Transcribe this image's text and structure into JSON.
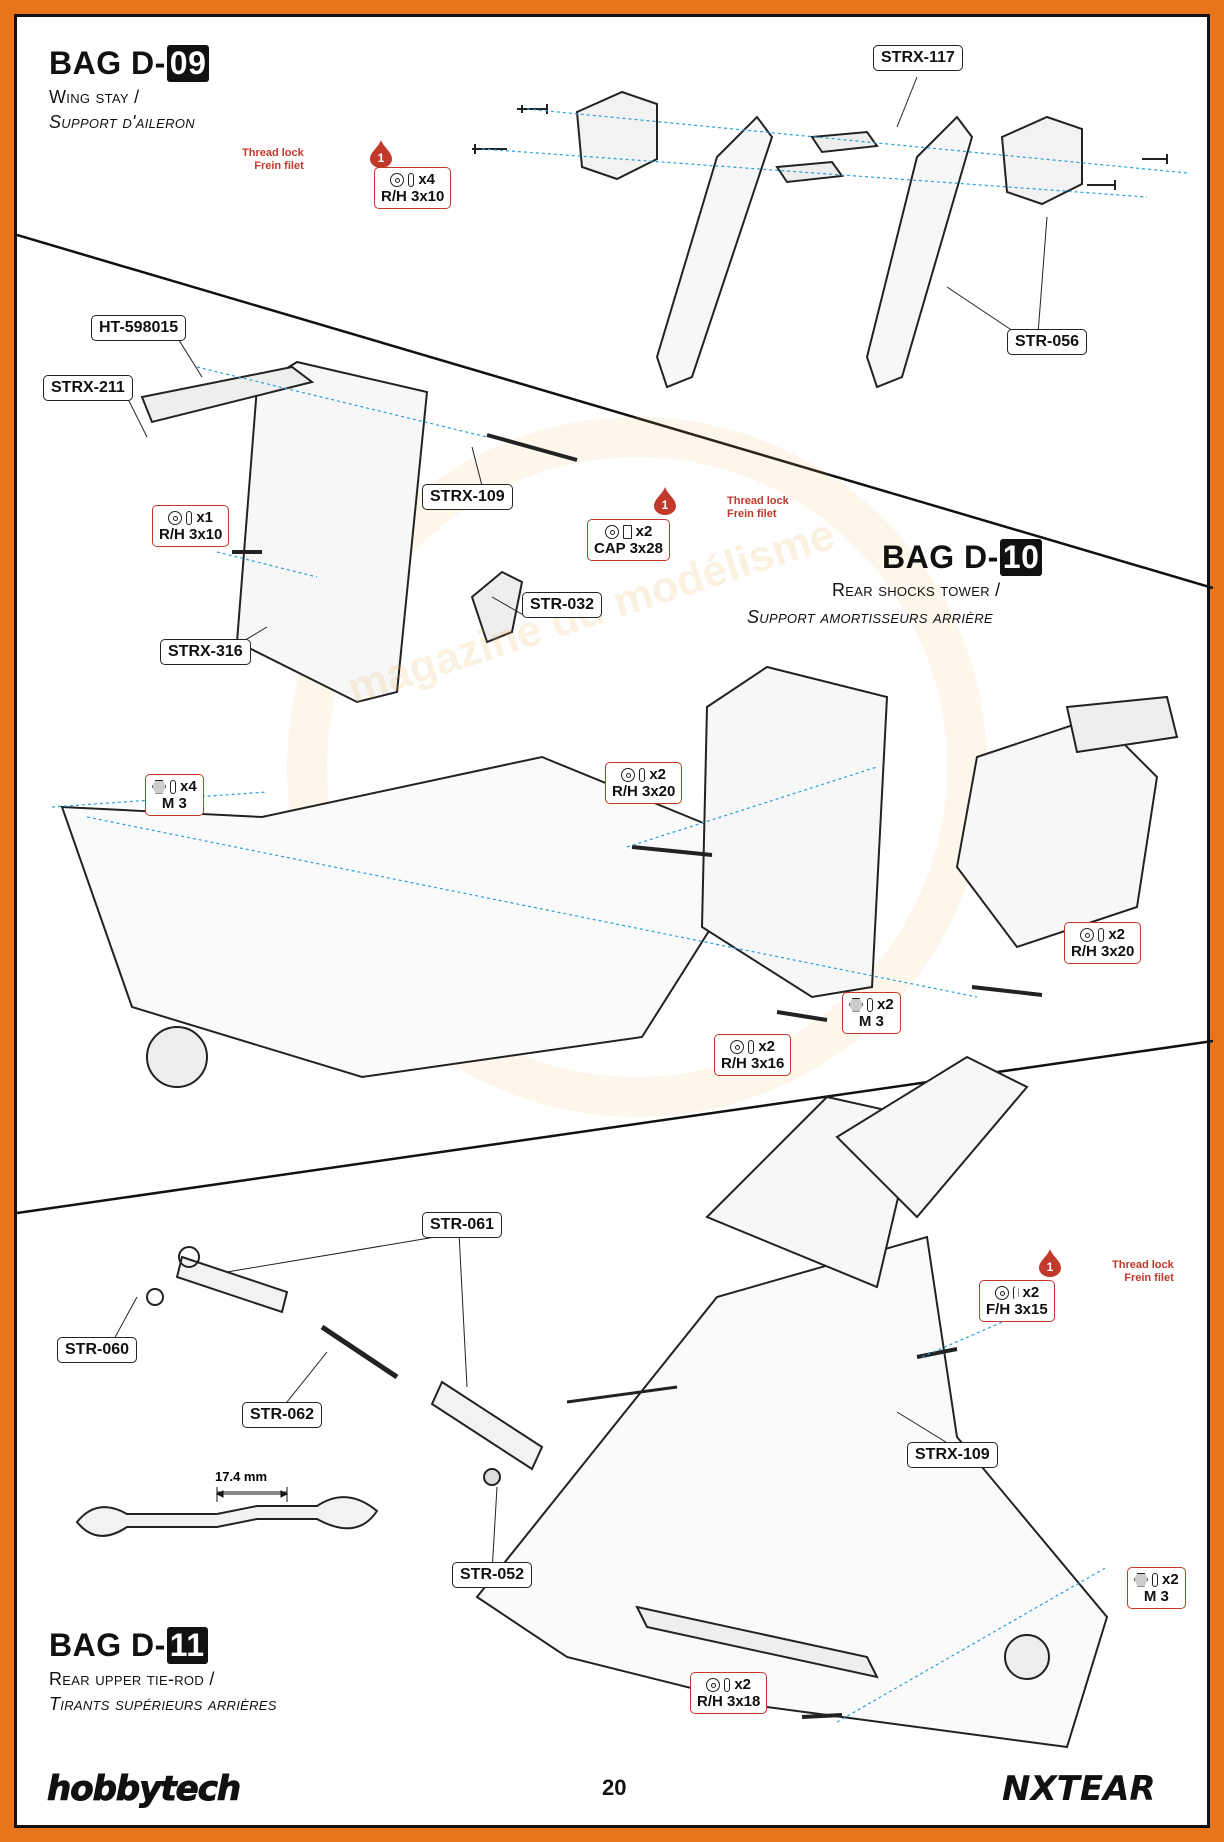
{
  "bags": [
    {
      "title_prefix": "BAG D-",
      "number": "09",
      "subtitle_en": "Wing stay /",
      "subtitle_fr": "Support d'aileron"
    },
    {
      "title_prefix": "BAG D-",
      "number": "10",
      "subtitle_en": "Rear shocks tower /",
      "subtitle_fr": "Support amortisseurs arrière"
    },
    {
      "title_prefix": "BAG D-",
      "number": "11",
      "subtitle_en": "Rear upper tie-rod /",
      "subtitle_fr": "Tirants supérieurs arrières"
    }
  ],
  "part_labels": {
    "strx117": "STRX-117",
    "str056": "STR-056",
    "ht598015": "HT-598015",
    "strx211": "STRX-211",
    "strx109a": "STRX-109",
    "str032": "STR-032",
    "strx316": "STRX-316",
    "str061": "STR-061",
    "str060": "STR-060",
    "str062": "STR-062",
    "str052": "STR-052",
    "strx109b": "STRX-109"
  },
  "hardware": {
    "d09_rh3x10": {
      "qty": "x4",
      "size": "R/H 3x10"
    },
    "d10_rh3x10": {
      "qty": "x1",
      "size": "R/H 3x10"
    },
    "d10_cap3x28": {
      "qty": "x2",
      "size": "CAP 3x28"
    },
    "d10_m3_a": {
      "qty": "x4",
      "size": "M 3"
    },
    "d10_rh3x20_a": {
      "qty": "x2",
      "size": "R/H 3x20"
    },
    "d10_rh3x20_b": {
      "qty": "x2",
      "size": "R/H 3x20"
    },
    "d10_m3_b": {
      "qty": "x2",
      "size": "M 3"
    },
    "d10_rh3x16": {
      "qty": "x2",
      "size": "R/H 3x16"
    },
    "d11_fh3x15": {
      "qty": "x2",
      "size": "F/H 3x15"
    },
    "d11_m3": {
      "qty": "x2",
      "size": "M 3"
    },
    "d11_rh3x18": {
      "qty": "x2",
      "size": "R/H 3x18"
    }
  },
  "threadlock": {
    "step": "1",
    "line1": "Thread lock",
    "line2": "Frein filet"
  },
  "dimension": "17.4 mm",
  "page_number": "20",
  "brand_left": "hobbytech",
  "brand_right": "NXTEAR",
  "watermark_text": "magazine du modélisme",
  "colors": {
    "border": "#e8741c",
    "accent": "#c0392b",
    "guide": "#2a9fd6"
  }
}
